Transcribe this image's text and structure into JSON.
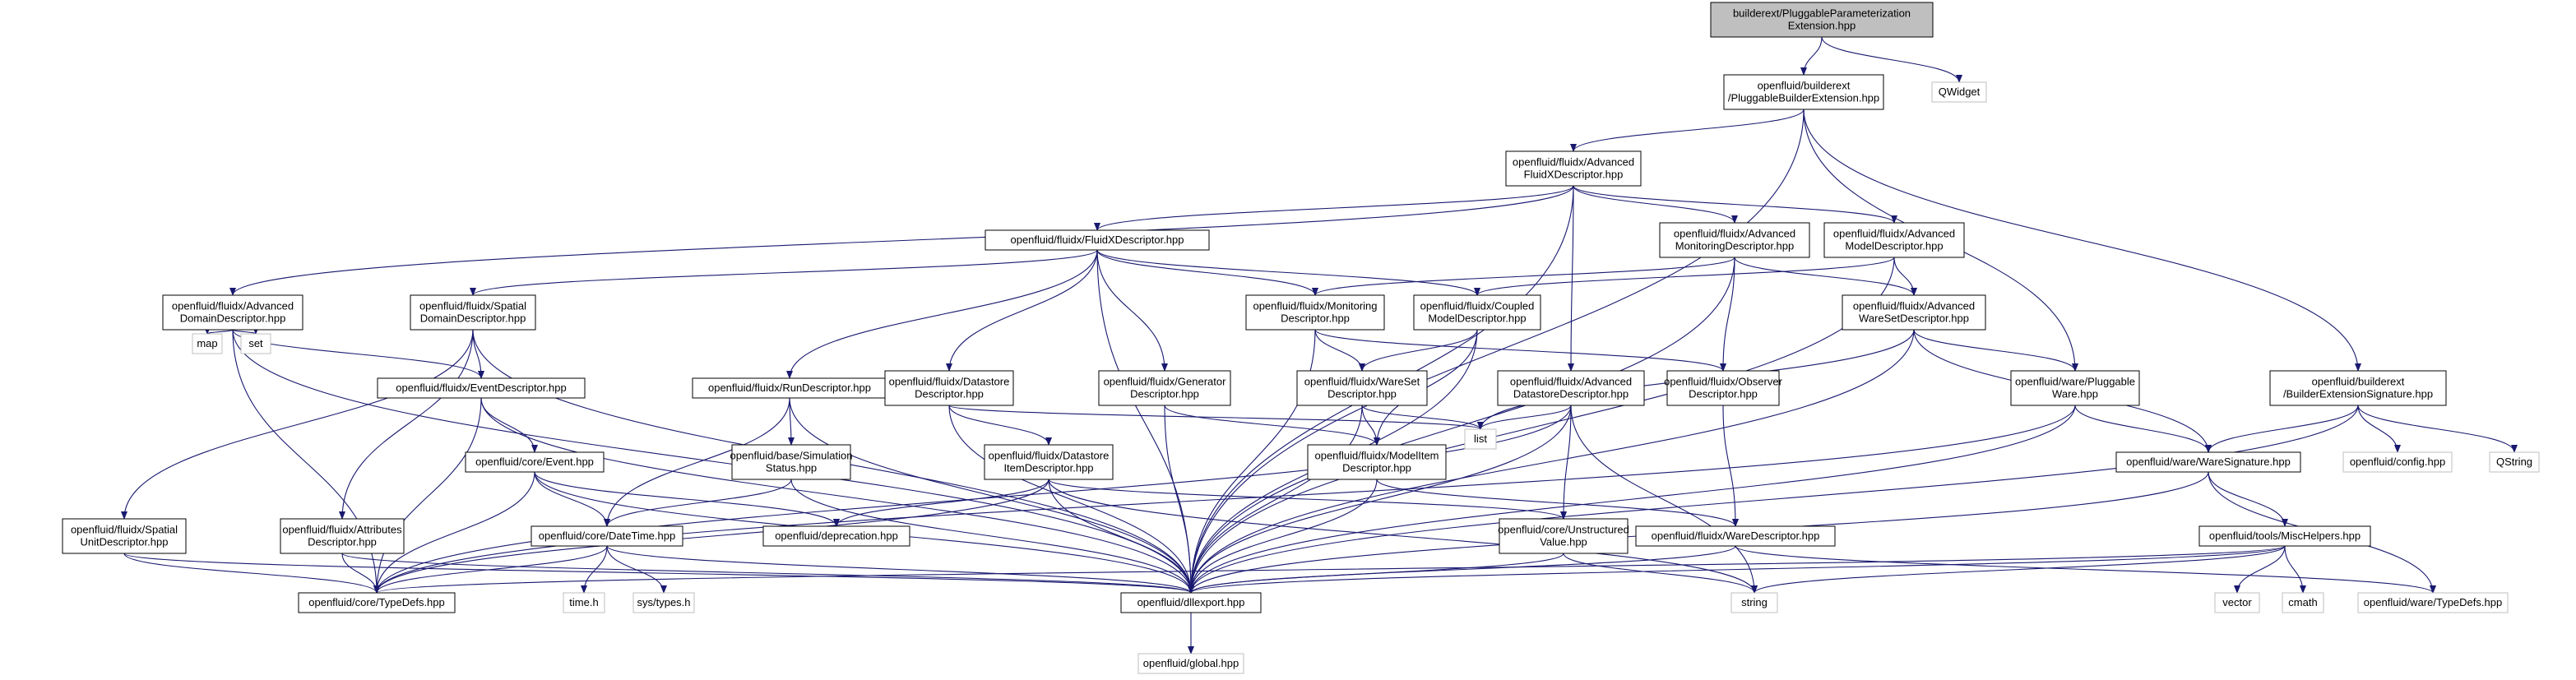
{
  "colors": {
    "edge": "#191970",
    "node_border": "#000000",
    "external_border": "#bfbfbf",
    "focus_fill": "#bfbfbf",
    "background": "#ffffff"
  },
  "nodes": {
    "root": {
      "lines": [
        "builderext/PluggableParameterization",
        "Extension.hpp"
      ],
      "kind": "focus"
    },
    "pbe": {
      "lines": [
        "openfluid/builderext",
        "/PluggableBuilderExtension.hpp"
      ],
      "kind": "normal"
    },
    "qwidget": {
      "lines": [
        "QWidget"
      ],
      "kind": "external"
    },
    "afxd": {
      "lines": [
        "openfluid/fluidx/Advanced",
        "FluidXDescriptor.hpp"
      ],
      "kind": "normal"
    },
    "fxd": {
      "lines": [
        "openfluid/fluidx/FluidXDescriptor.hpp"
      ],
      "kind": "normal"
    },
    "amond": {
      "lines": [
        "openfluid/fluidx/Advanced",
        "MonitoringDescriptor.hpp"
      ],
      "kind": "normal"
    },
    "amodd": {
      "lines": [
        "openfluid/fluidx/Advanced",
        "ModelDescriptor.hpp"
      ],
      "kind": "normal"
    },
    "add": {
      "lines": [
        "openfluid/fluidx/Advanced",
        "DomainDescriptor.hpp"
      ],
      "kind": "normal"
    },
    "sdd": {
      "lines": [
        "openfluid/fluidx/Spatial",
        "DomainDescriptor.hpp"
      ],
      "kind": "normal"
    },
    "mond": {
      "lines": [
        "openfluid/fluidx/Monitoring",
        "Descriptor.hpp"
      ],
      "kind": "normal"
    },
    "cmd": {
      "lines": [
        "openfluid/fluidx/Coupled",
        "ModelDescriptor.hpp"
      ],
      "kind": "normal"
    },
    "awsd": {
      "lines": [
        "openfluid/fluidx/Advanced",
        "WareSetDescriptor.hpp"
      ],
      "kind": "normal"
    },
    "map": {
      "lines": [
        "map"
      ],
      "kind": "external"
    },
    "set": {
      "lines": [
        "set"
      ],
      "kind": "external"
    },
    "evd": {
      "lines": [
        "openfluid/fluidx/EventDescriptor.hpp"
      ],
      "kind": "normal"
    },
    "rund": {
      "lines": [
        "openfluid/fluidx/RunDescriptor.hpp"
      ],
      "kind": "normal"
    },
    "dsd": {
      "lines": [
        "openfluid/fluidx/Datastore",
        "Descriptor.hpp"
      ],
      "kind": "normal"
    },
    "gend": {
      "lines": [
        "openfluid/fluidx/Generator",
        "Descriptor.hpp"
      ],
      "kind": "normal"
    },
    "wsd": {
      "lines": [
        "openfluid/fluidx/WareSet",
        "Descriptor.hpp"
      ],
      "kind": "normal"
    },
    "adsd": {
      "lines": [
        "openfluid/fluidx/Advanced",
        "DatastoreDescriptor.hpp"
      ],
      "kind": "normal"
    },
    "obsd": {
      "lines": [
        "openfluid/fluidx/Observer",
        "Descriptor.hpp"
      ],
      "kind": "normal"
    },
    "pware": {
      "lines": [
        "openfluid/ware/Pluggable",
        "Ware.hpp"
      ],
      "kind": "normal"
    },
    "bes": {
      "lines": [
        "openfluid/builderext",
        "/BuilderExtensionSignature.hpp"
      ],
      "kind": "normal"
    },
    "event": {
      "lines": [
        "openfluid/core/Event.hpp"
      ],
      "kind": "normal"
    },
    "simstat": {
      "lines": [
        "openfluid/base/Simulation",
        "Status.hpp"
      ],
      "kind": "normal"
    },
    "dsid": {
      "lines": [
        "openfluid/fluidx/Datastore",
        "ItemDescriptor.hpp"
      ],
      "kind": "normal"
    },
    "list": {
      "lines": [
        "list"
      ],
      "kind": "external"
    },
    "mid": {
      "lines": [
        "openfluid/fluidx/ModelItem",
        "Descriptor.hpp"
      ],
      "kind": "normal"
    },
    "wsig": {
      "lines": [
        "openfluid/ware/WareSignature.hpp"
      ],
      "kind": "normal"
    },
    "config": {
      "lines": [
        "openfluid/config.hpp"
      ],
      "kind": "external"
    },
    "qstring": {
      "lines": [
        "QString"
      ],
      "kind": "external"
    },
    "sud": {
      "lines": [
        "openfluid/fluidx/Spatial",
        "UnitDescriptor.hpp"
      ],
      "kind": "normal"
    },
    "attd": {
      "lines": [
        "openfluid/fluidx/Attributes",
        "Descriptor.hpp"
      ],
      "kind": "normal"
    },
    "datetime": {
      "lines": [
        "openfluid/core/DateTime.hpp"
      ],
      "kind": "normal"
    },
    "depr": {
      "lines": [
        "openfluid/deprecation.hpp"
      ],
      "kind": "normal"
    },
    "uval": {
      "lines": [
        "openfluid/core/Unstructured",
        "Value.hpp"
      ],
      "kind": "normal"
    },
    "wared": {
      "lines": [
        "openfluid/fluidx/WareDescriptor.hpp"
      ],
      "kind": "normal"
    },
    "misc": {
      "lines": [
        "openfluid/tools/MiscHelpers.hpp"
      ],
      "kind": "normal"
    },
    "ctypedefs": {
      "lines": [
        "openfluid/core/TypeDefs.hpp"
      ],
      "kind": "normal"
    },
    "timeh": {
      "lines": [
        "time.h"
      ],
      "kind": "external"
    },
    "systypes": {
      "lines": [
        "sys/types.h"
      ],
      "kind": "external"
    },
    "dllexport": {
      "lines": [
        "openfluid/dllexport.hpp"
      ],
      "kind": "normal"
    },
    "string": {
      "lines": [
        "string"
      ],
      "kind": "external"
    },
    "vector": {
      "lines": [
        "vector"
      ],
      "kind": "external"
    },
    "cmath": {
      "lines": [
        "cmath"
      ],
      "kind": "external"
    },
    "wtypedefs": {
      "lines": [
        "openfluid/ware/TypeDefs.hpp"
      ],
      "kind": "external"
    },
    "global": {
      "lines": [
        "openfluid/global.hpp"
      ],
      "kind": "external"
    }
  },
  "edges": [
    [
      "root",
      "pbe"
    ],
    [
      "root",
      "qwidget"
    ],
    [
      "pbe",
      "afxd"
    ],
    [
      "pbe",
      "pware"
    ],
    [
      "pbe",
      "bes"
    ],
    [
      "pbe",
      "dllexport"
    ],
    [
      "afxd",
      "fxd"
    ],
    [
      "afxd",
      "amond"
    ],
    [
      "afxd",
      "amodd"
    ],
    [
      "afxd",
      "add"
    ],
    [
      "afxd",
      "adsd"
    ],
    [
      "afxd",
      "dllexport"
    ],
    [
      "fxd",
      "sdd"
    ],
    [
      "fxd",
      "mond"
    ],
    [
      "fxd",
      "cmd"
    ],
    [
      "fxd",
      "rund"
    ],
    [
      "fxd",
      "dsd"
    ],
    [
      "fxd",
      "gend"
    ],
    [
      "fxd",
      "dllexport"
    ],
    [
      "amond",
      "mond"
    ],
    [
      "amond",
      "awsd"
    ],
    [
      "amond",
      "obsd"
    ],
    [
      "amond",
      "dllexport"
    ],
    [
      "amodd",
      "cmd"
    ],
    [
      "amodd",
      "awsd"
    ],
    [
      "amodd",
      "dllexport"
    ],
    [
      "add",
      "map"
    ],
    [
      "add",
      "set"
    ],
    [
      "add",
      "evd"
    ],
    [
      "add",
      "ctypedefs"
    ],
    [
      "add",
      "dllexport"
    ],
    [
      "sdd",
      "evd"
    ],
    [
      "sdd",
      "sud"
    ],
    [
      "sdd",
      "attd"
    ],
    [
      "sdd",
      "dllexport"
    ],
    [
      "mond",
      "wsd"
    ],
    [
      "mond",
      "obsd"
    ],
    [
      "mond",
      "dllexport"
    ],
    [
      "cmd",
      "wsd"
    ],
    [
      "cmd",
      "mid"
    ],
    [
      "cmd",
      "dllexport"
    ],
    [
      "awsd",
      "pware"
    ],
    [
      "awsd",
      "wsig"
    ],
    [
      "awsd",
      "list"
    ],
    [
      "awsd",
      "dllexport"
    ],
    [
      "evd",
      "event"
    ],
    [
      "evd",
      "ctypedefs"
    ],
    [
      "evd",
      "dllexport"
    ],
    [
      "rund",
      "datetime"
    ],
    [
      "rund",
      "simstat"
    ],
    [
      "rund",
      "dllexport"
    ],
    [
      "dsd",
      "dsid"
    ],
    [
      "dsd",
      "list"
    ],
    [
      "dsd",
      "dllexport"
    ],
    [
      "gend",
      "mid"
    ],
    [
      "gend",
      "dllexport"
    ],
    [
      "wsd",
      "mid"
    ],
    [
      "wsd",
      "list"
    ],
    [
      "wsd",
      "dllexport"
    ],
    [
      "adsd",
      "list"
    ],
    [
      "adsd",
      "uval"
    ],
    [
      "adsd",
      "string"
    ],
    [
      "adsd",
      "ctypedefs"
    ],
    [
      "adsd",
      "dllexport"
    ],
    [
      "obsd",
      "wared"
    ],
    [
      "pware",
      "wsig"
    ],
    [
      "pware",
      "dllexport"
    ],
    [
      "pware",
      "ctypedefs"
    ],
    [
      "bes",
      "wsig"
    ],
    [
      "bes",
      "config"
    ],
    [
      "bes",
      "qstring"
    ],
    [
      "bes",
      "dllexport"
    ],
    [
      "event",
      "datetime"
    ],
    [
      "event",
      "depr"
    ],
    [
      "event",
      "ctypedefs"
    ],
    [
      "event",
      "dllexport"
    ],
    [
      "simstat",
      "datetime"
    ],
    [
      "simstat",
      "dllexport"
    ],
    [
      "dsid",
      "depr"
    ],
    [
      "dsid",
      "uval"
    ],
    [
      "dsid",
      "ctypedefs"
    ],
    [
      "dsid",
      "string"
    ],
    [
      "dsid",
      "dllexport"
    ],
    [
      "mid",
      "wared"
    ],
    [
      "mid",
      "dllexport"
    ],
    [
      "wsig",
      "misc"
    ],
    [
      "wsig",
      "wtypedefs"
    ],
    [
      "wsig",
      "dllexport"
    ],
    [
      "sud",
      "ctypedefs"
    ],
    [
      "sud",
      "dllexport"
    ],
    [
      "attd",
      "ctypedefs"
    ],
    [
      "attd",
      "dllexport"
    ],
    [
      "datetime",
      "timeh"
    ],
    [
      "datetime",
      "systypes"
    ],
    [
      "datetime",
      "ctypedefs"
    ],
    [
      "datetime",
      "dllexport"
    ],
    [
      "uval",
      "string"
    ],
    [
      "uval",
      "dllexport"
    ],
    [
      "wared",
      "wtypedefs"
    ],
    [
      "wared",
      "dllexport"
    ],
    [
      "misc",
      "vector"
    ],
    [
      "misc",
      "cmath"
    ],
    [
      "misc",
      "string"
    ],
    [
      "misc",
      "ctypedefs"
    ],
    [
      "misc",
      "dllexport"
    ],
    [
      "dllexport",
      "global"
    ]
  ]
}
